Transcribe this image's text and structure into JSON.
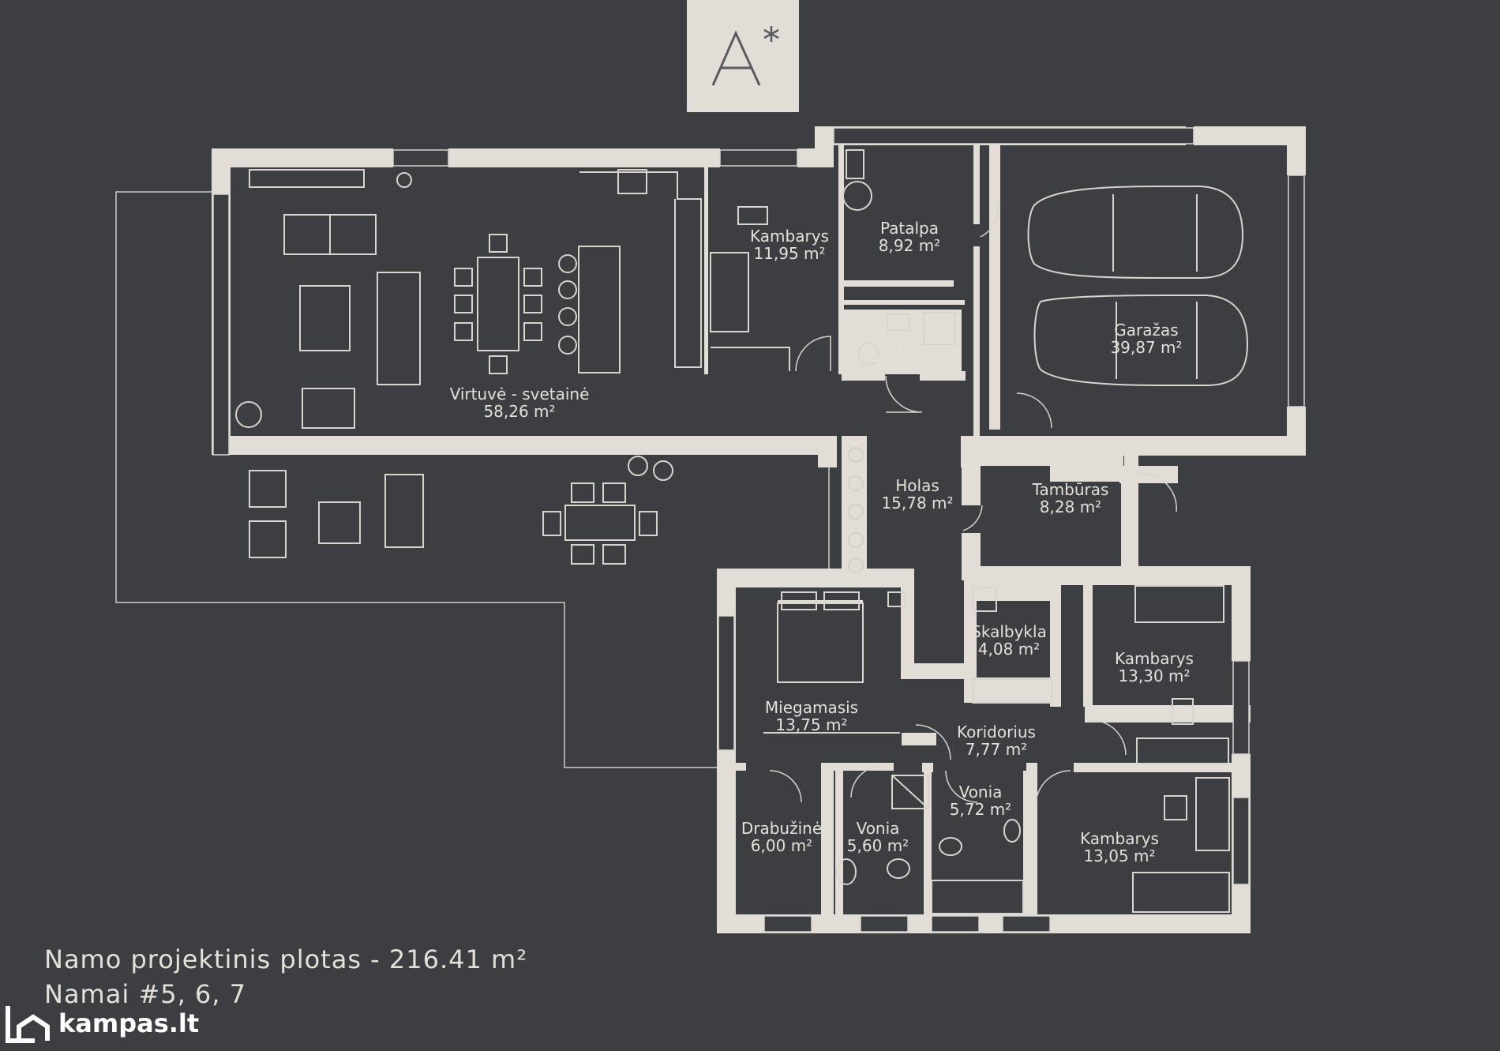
{
  "brand": {
    "logo_text": "A*",
    "watermark": "kampas.lt"
  },
  "colors": {
    "background": "#3d3e42",
    "wall": "#e2ddd6",
    "line": "#d8d4ce",
    "text": "#e4e0da"
  },
  "rooms": [
    {
      "id": "virtuve",
      "name": "Virtuvė - svetainė",
      "area": "58,26 m²"
    },
    {
      "id": "kambarys1",
      "name": "Kambarys",
      "area": "11,95 m²"
    },
    {
      "id": "patalpa",
      "name": "Patalpa",
      "area": "8,92 m²"
    },
    {
      "id": "wc",
      "name": "WC",
      "area": "3,38 m²"
    },
    {
      "id": "garazas",
      "name": "Garažas",
      "area": "39,87 m²"
    },
    {
      "id": "holas",
      "name": "Holas",
      "area": "15,78 m²"
    },
    {
      "id": "tamburas",
      "name": "Tambūras",
      "area": "8,28 m²"
    },
    {
      "id": "skalbykla",
      "name": "Skalbykla",
      "area": "4,08 m²"
    },
    {
      "id": "kambarys2",
      "name": "Kambarys",
      "area": "13,30 m²"
    },
    {
      "id": "miegamasis",
      "name": "Miegamasis",
      "area": "13,75 m²"
    },
    {
      "id": "koridorius",
      "name": "Koridorius",
      "area": "7,77 m²"
    },
    {
      "id": "vonia1",
      "name": "Vonia",
      "area": "5,72 m²"
    },
    {
      "id": "drabuzine",
      "name": "Drabužinė",
      "area": "6,00 m²"
    },
    {
      "id": "vonia2",
      "name": "Vonia",
      "area": "5,60 m²"
    },
    {
      "id": "kambarys3",
      "name": "Kambarys",
      "area": "13,05 m²"
    }
  ],
  "footer": {
    "line1": "Namo projektinis plotas - 216.41 m²",
    "line2": "Namai #5, 6, 7"
  }
}
